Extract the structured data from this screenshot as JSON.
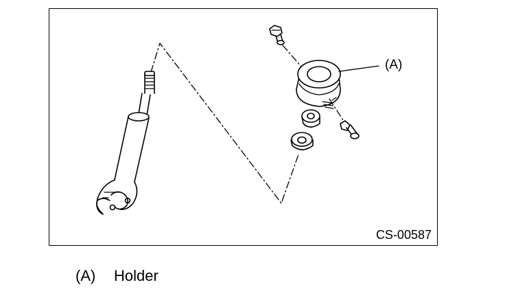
{
  "diagram": {
    "callout_label": "(A)",
    "figure_code": "CS-00587"
  },
  "legend": {
    "items": [
      {
        "key": "(A)",
        "name": "Holder"
      }
    ]
  }
}
